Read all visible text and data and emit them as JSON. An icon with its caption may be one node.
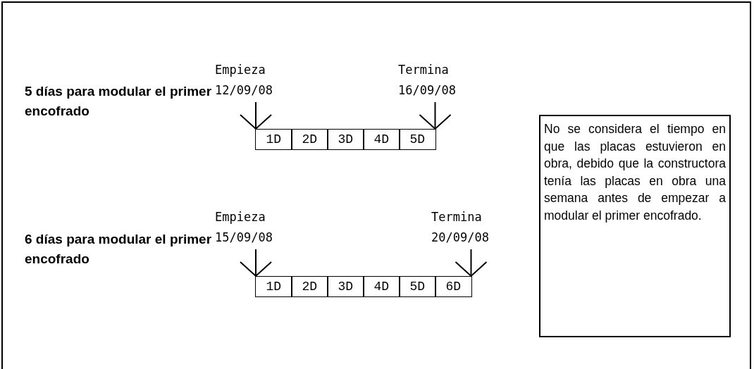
{
  "diagram": {
    "nodes": [
      {
        "text": [
          "Empieza 12/09/08"
        ]
      },
      {
        "text": [
          "Termina 16/09/08"
        ]
      },
      {
        "text": [
          "1D"
        ]
      },
      {
        "text": [
          "2D"
        ]
      },
      {
        "text": [
          "3D"
        ]
      },
      {
        "text": [
          "4D"
        ]
      },
      {
        "text": [
          "5D"
        ]
      },
      {
        "text": [
          "Empieza 15/09/08"
        ]
      },
      {
        "text": [
          "Termina 20/09/08"
        ]
      },
      {
        "text": [
          "1D"
        ]
      },
      {
        "text": [
          "2D"
        ]
      },
      {
        "text": [
          "3D"
        ]
      },
      {
        "text": [
          "4D"
        ]
      },
      {
        "text": [
          "5D"
        ]
      },
      {
        "text": [
          "6D"
        ]
      },
      {
        "text": [
          "No se considera el tiempo en que las placas estuvieron en obra, debido que la constructora tenía las placas en obra una semana antes de empezar a modular el primer encofrado."
        ]
      }
    ],
    "edges": [
      {
        "from": 0,
        "to": 2,
        "arrow": "to"
      },
      {
        "from": 1,
        "to": 6,
        "arrow": "to"
      },
      {
        "from": 7,
        "to": 9,
        "arrow": "to"
      },
      {
        "from": 8,
        "to": 14,
        "arrow": "to"
      }
    ],
    "labels": [
      "5 días para modular el primer encofrado",
      "6 días para modular el primer encofrado"
    ]
  }
}
